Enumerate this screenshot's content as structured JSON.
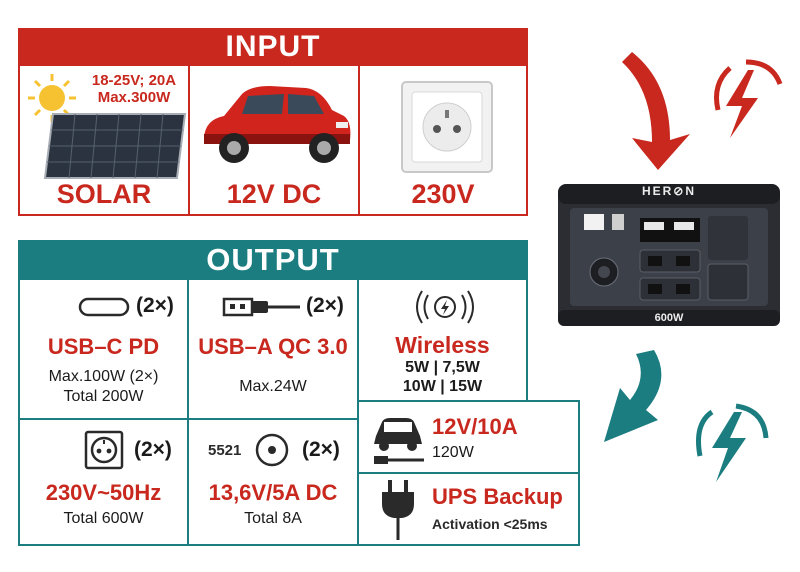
{
  "input": {
    "title": "INPUT",
    "solar": {
      "label": "SOLAR",
      "spec_line1": "18-25V; 20A",
      "spec_line2": "Max.300W"
    },
    "dc": {
      "label": "12V DC"
    },
    "ac": {
      "label": "230V"
    }
  },
  "output": {
    "title": "OUTPUT",
    "usbc": {
      "count": "(2×)",
      "title": "USB–C PD",
      "line1": "Max.100W (2×)",
      "line2": "Total 200W"
    },
    "usba": {
      "count": "(2×)",
      "title": "USB–A QC 3.0",
      "line1": "Max.24W"
    },
    "wireless": {
      "title": "Wireless",
      "line1": "5W | 7,5W",
      "line2": "10W | 15W"
    },
    "car": {
      "title": "12V/10A",
      "line1": "120W"
    },
    "ac": {
      "count": "(2×)",
      "title": "230V~50Hz",
      "line1": "Total 600W"
    },
    "dc": {
      "code": "5521",
      "count": "(2×)",
      "title": "13,6V/5A DC",
      "line1": "Total 8A"
    },
    "ups": {
      "title": "UPS Backup",
      "line1": "Activation <25ms"
    }
  },
  "device": {
    "brand": "HER⊘N",
    "model": "600W"
  },
  "colors": {
    "red": "#c8281e",
    "teal": "#1b7d80"
  }
}
